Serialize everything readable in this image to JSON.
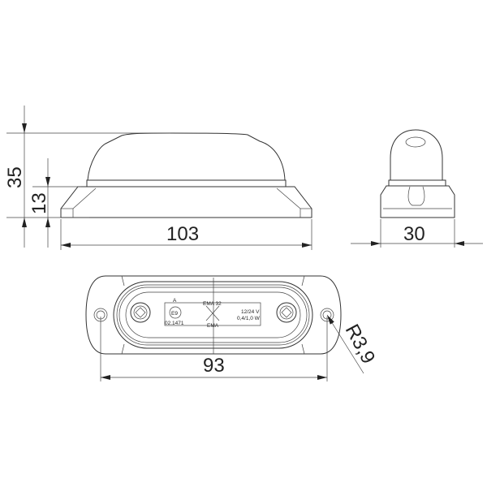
{
  "drawing": {
    "views": [
      "side-view",
      "end-view",
      "top-view"
    ],
    "dimensions": {
      "overall_height": "35",
      "base_height": "13",
      "overall_length": "103",
      "width": "30",
      "hole_spacing": "93",
      "radius": "R3,9"
    },
    "markings": {
      "class": "A",
      "approval": "E9",
      "approval_number": "02.1471",
      "emc_top": "EMA 32",
      "emc_bottom": "EMA",
      "voltage": "12/24 V",
      "power": "0,4/1,0 W"
    },
    "colors": {
      "line": "#333333",
      "background": "#ffffff"
    }
  }
}
